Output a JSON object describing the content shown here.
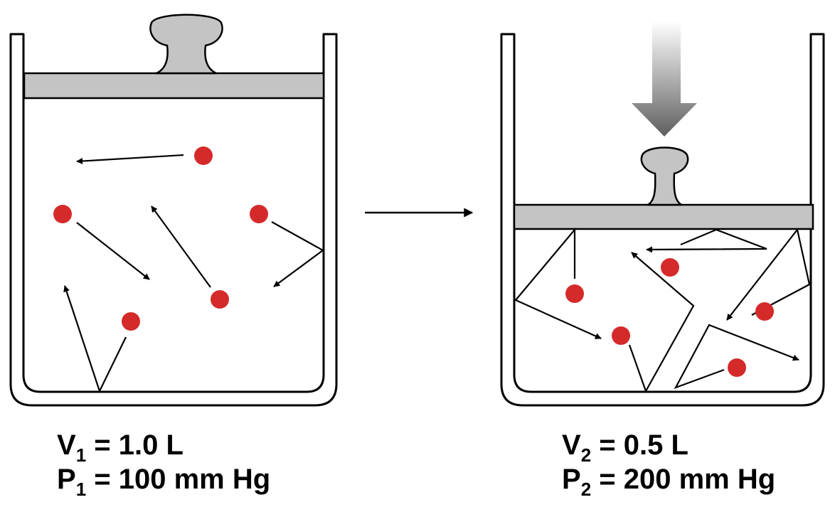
{
  "left_state": {
    "volume": {
      "symbol": "V",
      "subscript": "1",
      "equals": " = ",
      "value": "1.0 L"
    },
    "pressure": {
      "symbol": "P",
      "subscript": "1",
      "equals": " = ",
      "value": "100 mm Hg"
    }
  },
  "right_state": {
    "volume": {
      "symbol": "V",
      "subscript": "2",
      "equals": " = ",
      "value": "0.5 L"
    },
    "pressure": {
      "symbol": "P",
      "subscript": "2",
      "equals": " = ",
      "value": "200 mm Hg"
    }
  },
  "colors": {
    "piston": "#c4c4c4",
    "molecule": "#d42a2a",
    "outline": "#000000",
    "compression_arrow": "#6e6e6e"
  }
}
